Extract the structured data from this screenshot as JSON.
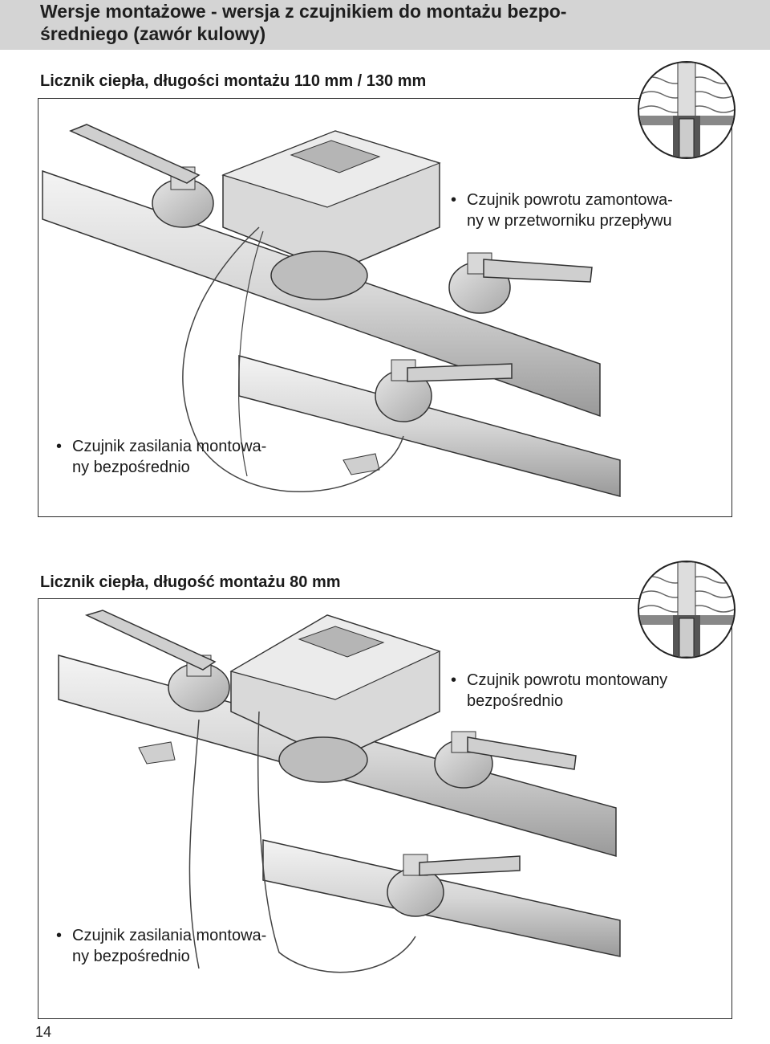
{
  "header": {
    "title": "Wersje montażowe - wersja z czujnikiem do montażu bezpo-\nśredniego (zawór kulowy)"
  },
  "sections": [
    {
      "title": "Licznik ciepła, długości montażu 110 mm / 130 mm",
      "notes": [
        "Czujnik powrotu zamontowa-\nny w przetworniku przepływu",
        "Czujnik zasilania montowa-\nny bezpośrednio"
      ]
    },
    {
      "title": "Licznik ciepła, długość montażu 80 mm",
      "notes": [
        "Czujnik powrotu montowany\nbezpośrednio",
        "Czujnik zasilania montowa-\nny bezpośrednio"
      ]
    }
  ],
  "page_number": "14"
}
